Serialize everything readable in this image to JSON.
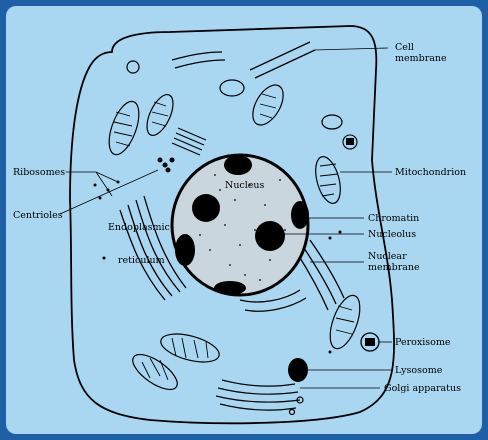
{
  "diagram": {
    "labels": {
      "cell_membrane": [
        "Cell",
        "membrane"
      ],
      "ribosomes": "Ribosomes",
      "mitochondrion": "Mitochondrion",
      "centrioles": "Centrioles",
      "nucleus": "Nucleus",
      "chromatin": "Chromatin",
      "nucleolus": "Nucleolus",
      "endoplasmic_reticulum": [
        "Endoplasmic",
        "reticulum"
      ],
      "nuclear_membrane": [
        "Nuclear",
        "membrane"
      ],
      "peroxisome": "Peroxisome",
      "lysosome": "Lysosome",
      "golgi_apparatus": "Golgi apparatus"
    },
    "colors": {
      "frame": "#1f5fa6",
      "background": "#a9d7f2",
      "ink": "#000000"
    }
  }
}
